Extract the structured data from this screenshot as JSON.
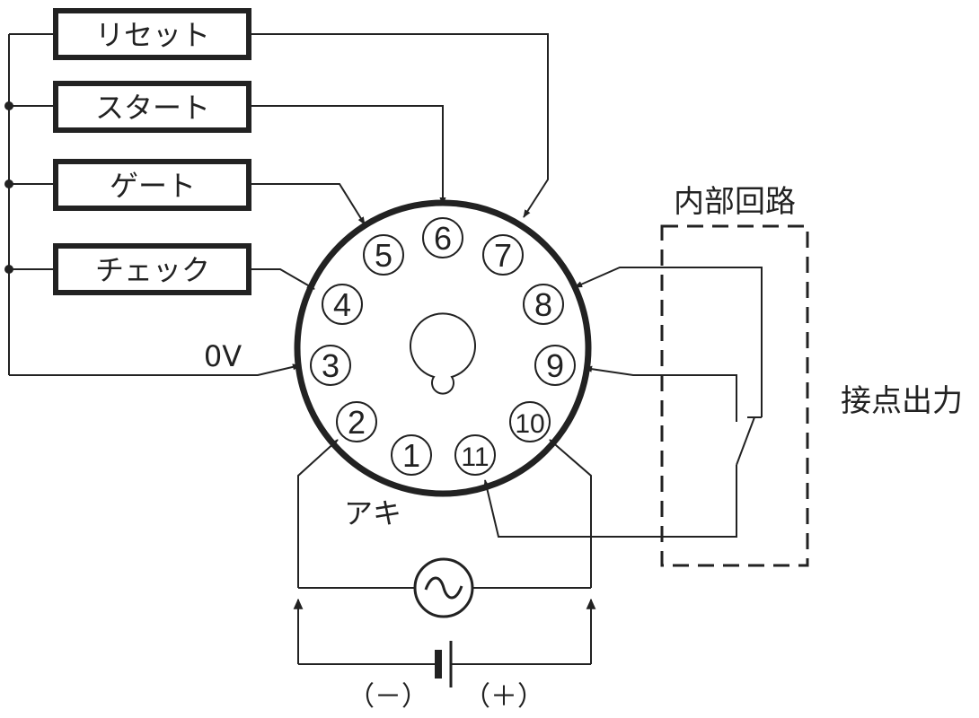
{
  "inputs": {
    "reset": "リセット",
    "start": "スタート",
    "gate": "ゲート",
    "check": "チェック"
  },
  "zero_volt": "0V",
  "internal_circuit": "内部回路",
  "contact_output": "接点出力",
  "unused": "アキ",
  "polarity_minus": "（－）",
  "polarity_plus": "（＋）",
  "pins": [
    "1",
    "2",
    "3",
    "4",
    "5",
    "6",
    "7",
    "8",
    "9",
    "10",
    "11"
  ],
  "ac_symbol": "ac-source-icon",
  "dc_symbol": "battery-icon"
}
